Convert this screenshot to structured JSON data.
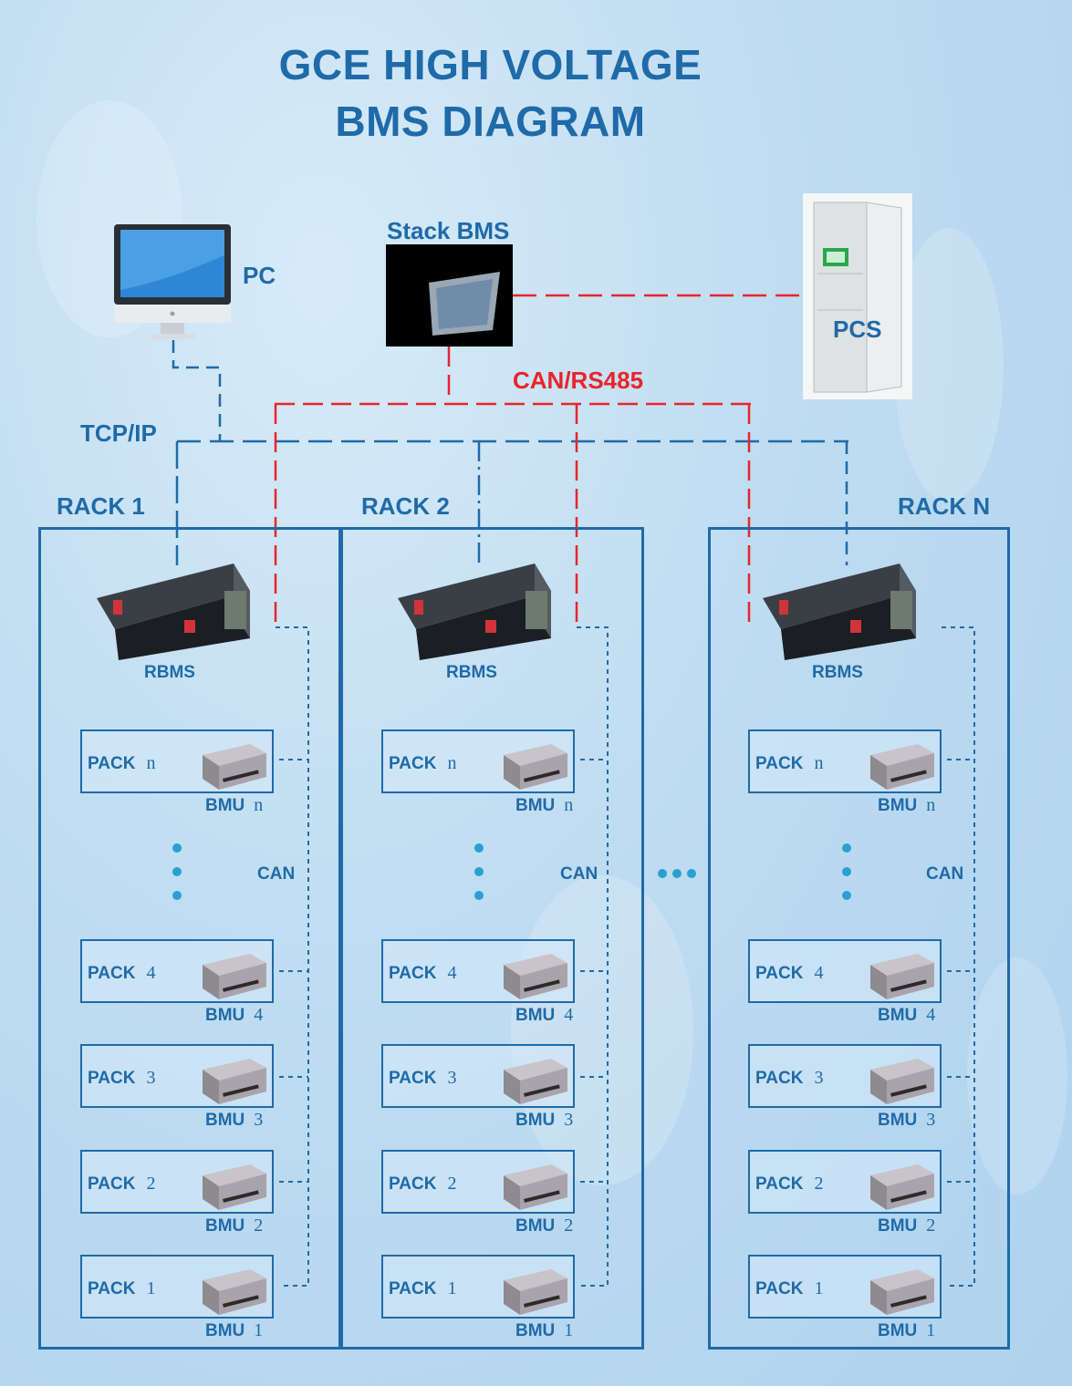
{
  "title": {
    "line1": "GCE  HIGH VOLTAGE",
    "line2": "BMS DIAGRAM"
  },
  "devices": {
    "pc": "PC",
    "stack_bms": "Stack BMS",
    "pcs": "PCS"
  },
  "links": {
    "tcp_ip": "TCP/IP",
    "can_rs485": "CAN/RS485"
  },
  "racks": [
    {
      "label": "RACK 1",
      "rbms": "RBMS",
      "can": "CAN",
      "packs": [
        {
          "pack": "PACK",
          "num": "n",
          "bmu": "BMU",
          "bmu_num": "n"
        },
        {
          "pack": "PACK",
          "num": "4",
          "bmu": "BMU",
          "bmu_num": "4"
        },
        {
          "pack": "PACK",
          "num": "3",
          "bmu": "BMU",
          "bmu_num": "3"
        },
        {
          "pack": "PACK",
          "num": "2",
          "bmu": "BMU",
          "bmu_num": "2"
        },
        {
          "pack": "PACK",
          "num": "1",
          "bmu": "BMU",
          "bmu_num": "1"
        }
      ]
    },
    {
      "label": "RACK 2",
      "rbms": "RBMS",
      "can": "CAN",
      "packs": [
        {
          "pack": "PACK",
          "num": "n",
          "bmu": "BMU",
          "bmu_num": "n"
        },
        {
          "pack": "PACK",
          "num": "4",
          "bmu": "BMU",
          "bmu_num": "4"
        },
        {
          "pack": "PACK",
          "num": "3",
          "bmu": "BMU",
          "bmu_num": "3"
        },
        {
          "pack": "PACK",
          "num": "2",
          "bmu": "BMU",
          "bmu_num": "2"
        },
        {
          "pack": "PACK",
          "num": "1",
          "bmu": "BMU",
          "bmu_num": "1"
        }
      ]
    },
    {
      "label": "RACK N",
      "rbms": "RBMS",
      "can": "CAN",
      "packs": [
        {
          "pack": "PACK",
          "num": "n",
          "bmu": "BMU",
          "bmu_num": "n"
        },
        {
          "pack": "PACK",
          "num": "4",
          "bmu": "BMU",
          "bmu_num": "4"
        },
        {
          "pack": "PACK",
          "num": "3",
          "bmu": "BMU",
          "bmu_num": "3"
        },
        {
          "pack": "PACK",
          "num": "2",
          "bmu": "BMU",
          "bmu_num": "2"
        },
        {
          "pack": "PACK",
          "num": "1",
          "bmu": "BMU",
          "bmu_num": "1"
        }
      ]
    }
  ],
  "colors": {
    "primary": "#1f6aa8",
    "can_line": "#e8242b",
    "dot": "#2aa0d0"
  }
}
